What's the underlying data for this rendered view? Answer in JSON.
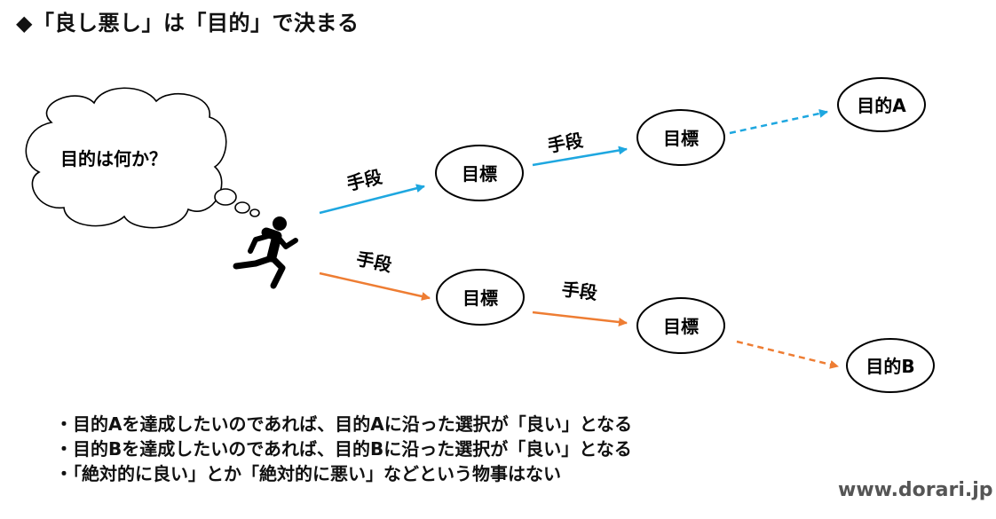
{
  "title": "◆「良し悪し」は「目的」で決まる",
  "thought": "目的は何か？",
  "nodes": {
    "goal_upper_1": "目標",
    "goal_upper_2": "目標",
    "purpose_a": "目的A",
    "goal_lower_1": "目標",
    "goal_lower_2": "目標",
    "purpose_b": "目的B"
  },
  "arrows": {
    "means_upper_1": "手段",
    "means_upper_2": "手段",
    "means_lower_1": "手段",
    "means_lower_2": "手段"
  },
  "colors": {
    "upper_path": "#1ea7e0",
    "lower_path": "#ee7d33"
  },
  "bullets": [
    "・目的Aを達成したいのであれば、目的Aに沿った選択が「良い」となる",
    "・目的Bを達成したいのであれば、目的Bに沿った選択が「良い」となる",
    "・「絶対的に良い」とか「絶対的に悪い」などという物事はない"
  ],
  "icons": {
    "runner": "running-person-icon",
    "thought": "thought-bubble-icon"
  },
  "footer": "www.dorari.jp"
}
